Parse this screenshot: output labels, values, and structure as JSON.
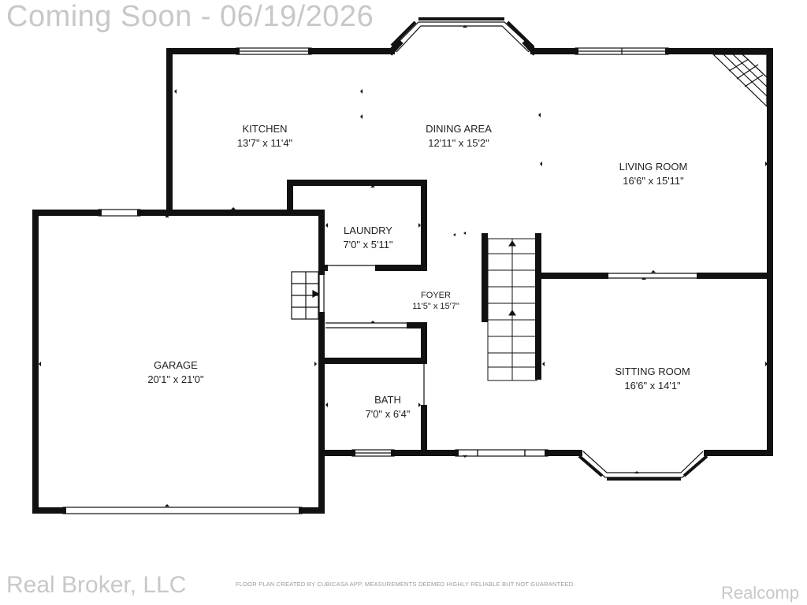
{
  "watermark": {
    "top": "Coming Soon - 06/19/2026",
    "broker": "Real Broker, LLC",
    "brand": "Realcomp"
  },
  "disclaimer": "FLOOR PLAN CREATED BY CUBICASA APP. MEASUREMENTS DEEMED HIGHLY RELIABLE BUT NOT GUARANTEED.",
  "rooms": {
    "kitchen": {
      "name": "KITCHEN",
      "dims": "13'7\" x 11'4\""
    },
    "dining": {
      "name": "DINING AREA",
      "dims": "12'11\" x 15'2\""
    },
    "living": {
      "name": "LIVING ROOM",
      "dims": "16'6\" x 15'11\""
    },
    "laundry": {
      "name": "LAUNDRY",
      "dims": "7'0\" x 5'11\""
    },
    "foyer": {
      "name": "FOYER",
      "dims": "11'5\" x 15'7\""
    },
    "garage": {
      "name": "GARAGE",
      "dims": "20'1\" x 21'0\""
    },
    "bath": {
      "name": "BATH",
      "dims": "7'0\" x 6'4\""
    },
    "sitting": {
      "name": "SITTING ROOM",
      "dims": "16'6\" x 14'1\""
    }
  },
  "colors": {
    "wall": "#111111",
    "watermark": "#c8c8c8",
    "text": "#222222"
  }
}
